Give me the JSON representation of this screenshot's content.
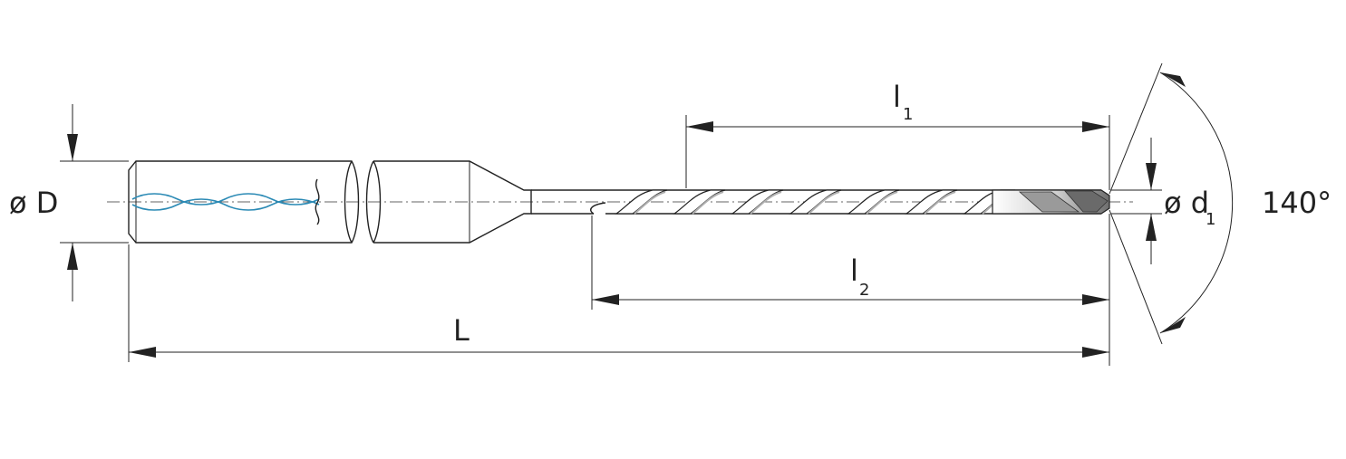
{
  "labels": {
    "shank_diameter": "ø D",
    "tip_diameter_symbol": "ø d",
    "tip_diameter_sub": "1",
    "l1_main": "l",
    "l1_sub": "1",
    "l2_main": "l",
    "l2_sub": "2",
    "overall_length": "L",
    "point_angle": "140°"
  },
  "colors": {
    "line": "#222222",
    "coolant": "#2b8ab5",
    "flute_shade": "#b0b0b0",
    "tip_shade": "#7a7a7a"
  }
}
